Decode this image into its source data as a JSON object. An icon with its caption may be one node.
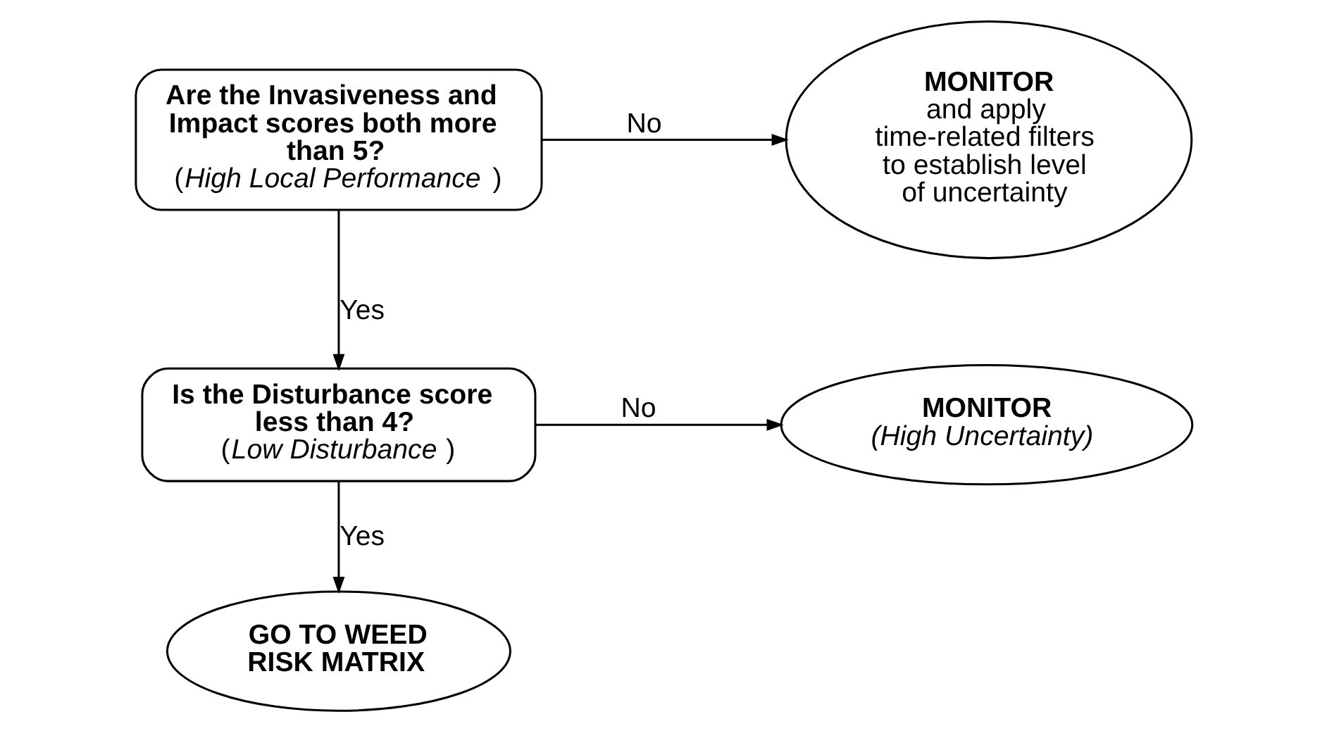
{
  "diagram": {
    "nodes": [
      {
        "text": [
          "Are the Invasiveness and Impact scores both more than 5?",
          "(*High Local Performance*)"
        ]
      },
      {
        "text": [
          "MONITOR",
          "and apply time-related filters to establish level of uncertainty"
        ]
      },
      {
        "text": [
          "Is the Disturbance score less than 4?",
          "(*Low Disturbance*)"
        ]
      },
      {
        "text": [
          "MONITOR",
          "*(High Uncertainty)*"
        ]
      },
      {
        "text": [
          "GO TO WEED RISK MATRIX"
        ]
      }
    ],
    "edges": [
      {
        "from": 0,
        "to": 1,
        "arrow": "to",
        "label": "No"
      },
      {
        "from": 0,
        "to": 2,
        "arrow": "to",
        "label": "Yes"
      },
      {
        "from": 2,
        "to": 3,
        "arrow": "to",
        "label": "No"
      },
      {
        "from": 2,
        "to": 4,
        "arrow": "to",
        "label": "Yes"
      }
    ]
  }
}
